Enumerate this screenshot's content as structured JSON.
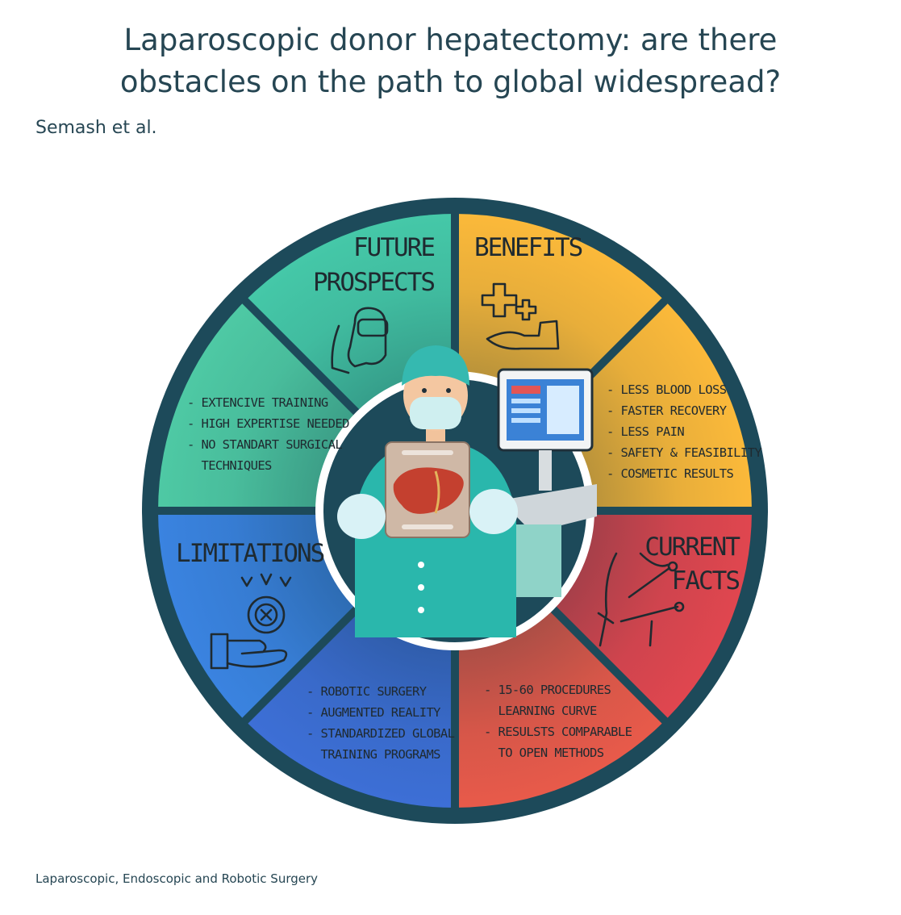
{
  "title": {
    "line1": "Laparoscopic donor hepatectomy: are there",
    "line2": "obstacles on the path to global widespread?"
  },
  "authors": "Semash et al.",
  "journal": "Laparoscopic, Endoscopic and Robotic Surgery",
  "colors": {
    "ring": "#1d4a5a",
    "benefits": "#fbb93a",
    "current_facts": "#e0464f",
    "lower_right": "#e85a4a",
    "lower_left": "#3d6fd6",
    "limitations": "#3a83e0",
    "left_upper": "#4ec9a4",
    "future_prospects": "#45c8a8"
  },
  "sections": {
    "future_prospects": {
      "line1": "FUTURE",
      "line2": "PROSPECTS",
      "icon": "vr-headset-icon"
    },
    "benefits": {
      "line1": "BENEFITS",
      "icon": "plus-hand-icon"
    },
    "current_facts": {
      "line1": "CURRENT",
      "line2": "FACTS",
      "icon": "laparoscopy-ports-icon"
    },
    "limitations": {
      "line1": "LIMITATIONS",
      "icon": "x-hand-icon"
    }
  },
  "lists": {
    "benefits_items": [
      "- LESS BLOOD LOSS",
      "- FASTER RECOVERY",
      "- LESS PAIN",
      "- SAFETY & FEASIBILITY",
      "- COSMETIC RESULTS"
    ],
    "left_upper_items": [
      "- EXTENCIVE TRAINING",
      "- HIGH EXPERTISE NEEDED",
      "- NO STANDART SURGICAL",
      "  TECHNIQUES"
    ],
    "lower_left_items": [
      "- ROBOTIC SURGERY",
      "- AUGMENTED REALITY",
      "- STANDARDIZED GLOBAL",
      "  TRAINING PROGRAMS"
    ],
    "lower_right_items": [
      "- 15-60 PROCEDURES",
      "  LEARNING CURVE",
      "- RESULSTS COMPARABLE",
      "  TO OPEN METHODS"
    ]
  },
  "center_icon": "surgeon-with-liver-icon"
}
